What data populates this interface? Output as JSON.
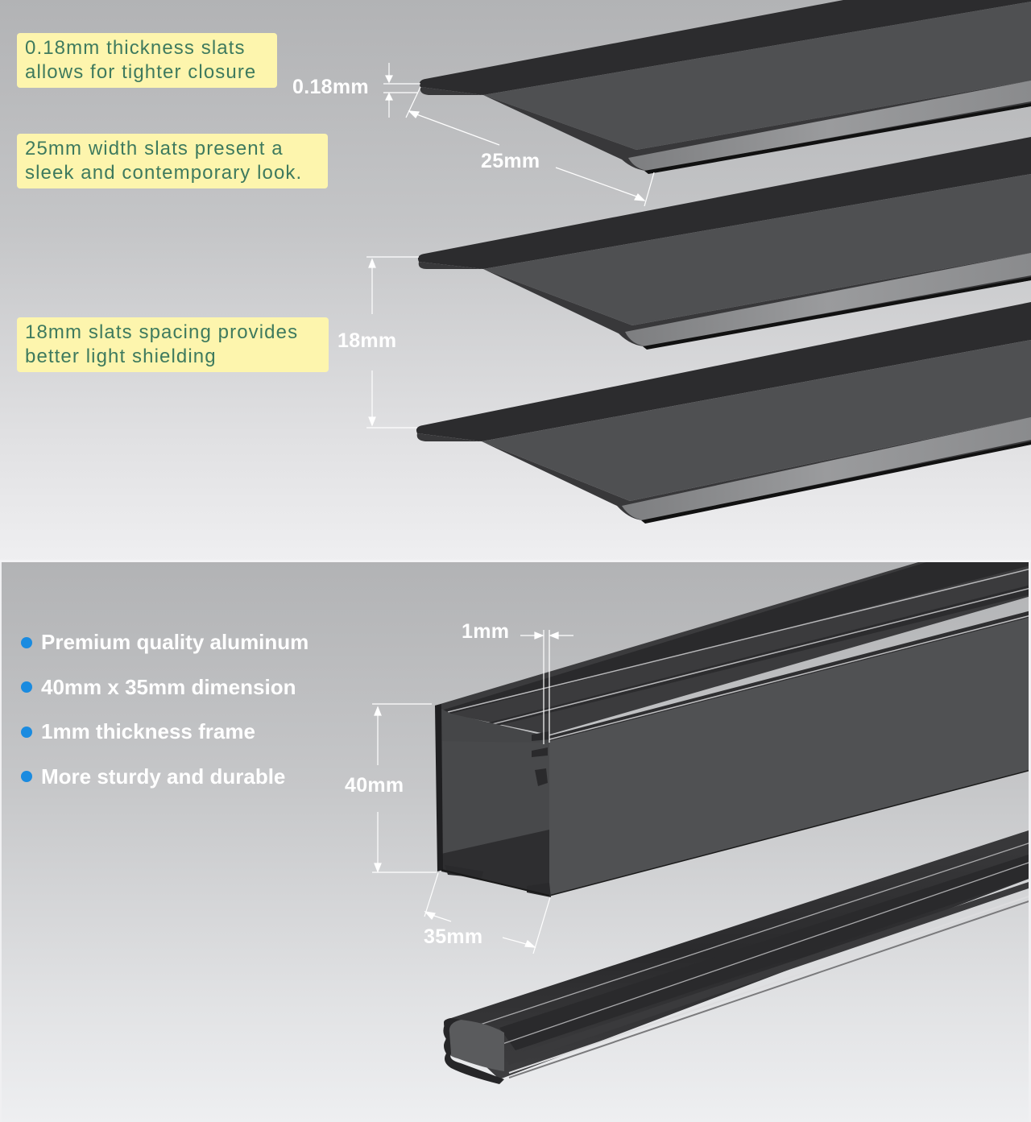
{
  "colors": {
    "callout_bg": "#fdf5ad",
    "callout_text": "#3e7a5e",
    "bullet_dot": "#1a8be0",
    "dimension_text": "#ffffff",
    "slat_dark": "#2e2e30",
    "slat_face": "#4f5052",
    "slat_lip": "#8e8f91"
  },
  "slats_panel": {
    "callouts": [
      {
        "line1": "0.18mm thickness slats",
        "line2": "allows for tighter closure"
      },
      {
        "line1": "25mm width slats present a",
        "line2": "sleek and contemporary look."
      },
      {
        "line1": "18mm slats spacing provides",
        "line2": "better light shielding"
      }
    ],
    "dimensions": {
      "thickness": "0.18mm",
      "width": "25mm",
      "spacing": "18mm"
    }
  },
  "headrail_panel": {
    "features": [
      "Premium quality aluminum",
      "40mm x 35mm dimension",
      "1mm thickness frame",
      "More sturdy and durable"
    ],
    "dimensions": {
      "wall": "1mm",
      "height": "40mm",
      "depth": "35mm"
    }
  }
}
